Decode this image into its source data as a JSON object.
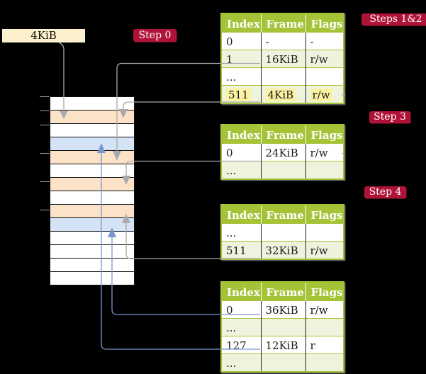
{
  "figure": {
    "frame_box": {
      "label": "4KiB"
    },
    "badges": [
      {
        "id": "step0",
        "label": "Step 0"
      },
      {
        "id": "steps12",
        "label": "Steps 1&2"
      },
      {
        "id": "step3",
        "label": "Step 3"
      },
      {
        "id": "step4",
        "label": "Step 4"
      }
    ]
  },
  "memory": {
    "rows": [
      "white",
      "orange",
      "white",
      "blue",
      "orange",
      "white",
      "orange",
      "white",
      "orange",
      "blue",
      "white",
      "white",
      "white",
      "white"
    ]
  },
  "tables": [
    {
      "id": "level4-table",
      "headers": [
        "Index",
        "Frame",
        "Flags"
      ],
      "rows": [
        {
          "cells": [
            "0",
            "-",
            "-"
          ],
          "shade": false,
          "highlight": false
        },
        {
          "cells": [
            "1",
            "16KiB",
            "r/w"
          ],
          "shade": true,
          "highlight": false
        },
        {
          "cells": [
            "...",
            "",
            ""
          ],
          "shade": false,
          "highlight": false
        },
        {
          "cells": [
            "511",
            "4KiB",
            "r/w"
          ],
          "shade": true,
          "highlight": true
        }
      ]
    },
    {
      "id": "level3-table",
      "headers": [
        "Index",
        "Frame",
        "Flags"
      ],
      "rows": [
        {
          "cells": [
            "0",
            "24KiB",
            "r/w"
          ],
          "shade": false,
          "highlight": false
        },
        {
          "cells": [
            "...",
            "",
            ""
          ],
          "shade": true,
          "highlight": false
        }
      ]
    },
    {
      "id": "level2-table",
      "headers": [
        "Index",
        "Frame",
        "Flags"
      ],
      "rows": [
        {
          "cells": [
            "...",
            "",
            ""
          ],
          "shade": false,
          "highlight": false
        },
        {
          "cells": [
            "511",
            "32KiB",
            "r/w"
          ],
          "shade": true,
          "highlight": false
        }
      ]
    },
    {
      "id": "level1-table",
      "headers": [
        "Index",
        "Frame",
        "Flags"
      ],
      "rows": [
        {
          "cells": [
            "0",
            "36KiB",
            "r/w"
          ],
          "shade": false,
          "highlight": false
        },
        {
          "cells": [
            "...",
            "",
            ""
          ],
          "shade": true,
          "highlight": false
        },
        {
          "cells": [
            "127",
            "12KiB",
            "r"
          ],
          "shade": false,
          "highlight": false
        },
        {
          "cells": [
            "...",
            "",
            ""
          ],
          "shade": true,
          "highlight": false
        }
      ]
    }
  ],
  "colors": {
    "background": "#000000",
    "table_header_green": "#a5c337",
    "table_row_green": "#eef3dd",
    "highlight_yellow": "#fbf3a2",
    "badge_red": "#b01338",
    "frame_box_cream": "#fdf0cd",
    "memory_orange": "#fce3c8",
    "memory_blue": "#d4e3f5",
    "arrow_gray": "#a9a9ab",
    "arrow_blue": "#7897cb"
  }
}
